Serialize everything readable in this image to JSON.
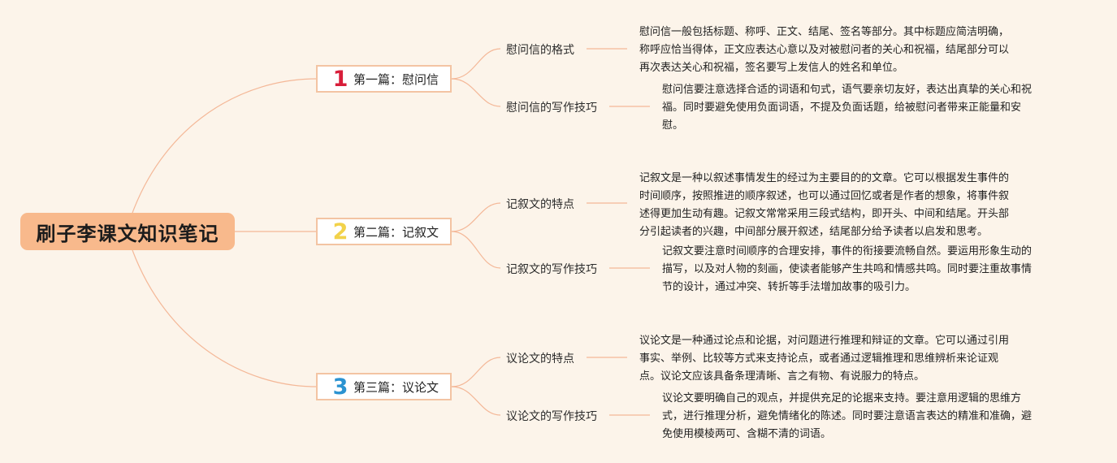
{
  "root": {
    "title": "刷子李课文知识笔记"
  },
  "chapters": [
    {
      "number": "1",
      "number_color": "#d81e3a",
      "title": "第一篇：慰问信",
      "topics": [
        {
          "label": "慰问信的格式",
          "note": "慰问信一般包括标题、称呼、正文、结尾、签名等部分。其中标题应简洁明确，\n称呼应恰当得体，正文应表达心意以及对被慰问者的关心和祝福，结尾部分可以\n再次表达关心和祝福，签名要写上发信人的姓名和单位。"
        },
        {
          "label": "慰问信的写作技巧",
          "note": "慰问信要注意选择合适的词语和句式，语气要亲切友好，表达出真挚的关心和祝\n福。同时要避免使用负面词语，不提及负面话题，给被慰问者带来正能量和安\n慰。"
        }
      ]
    },
    {
      "number": "2",
      "number_color": "#f2d24a",
      "title": "第二篇：记叙文",
      "topics": [
        {
          "label": "记叙文的特点",
          "note": "记叙文是一种以叙述事情发生的经过为主要目的的文章。它可以根据发生事件的\n时间顺序，按照推进的顺序叙述，也可以通过回忆或者是作者的想象，将事件叙\n述得更加生动有趣。记叙文常常采用三段式结构，即开头、中间和结尾。开头部\n分引起读者的兴趣，中间部分展开叙述，结尾部分给予读者以启发和思考。"
        },
        {
          "label": "记叙文的写作技巧",
          "note": "记叙文要注意时间顺序的合理安排，事件的衔接要流畅自然。要运用形象生动的\n描写，以及对人物的刻画，使读者能够产生共鸣和情感共鸣。同时要注重故事情\n节的设计，通过冲突、转折等手法增加故事的吸引力。"
        }
      ]
    },
    {
      "number": "3",
      "number_color": "#2b93d1",
      "title": "第三篇：议论文",
      "topics": [
        {
          "label": "议论文的特点",
          "note": "议论文是一种通过论点和论据，对问题进行推理和辩证的文章。它可以通过引用\n事实、举例、比较等方式来支持论点，或者通过逻辑推理和思维辨析来论证观\n点。议论文应该具备条理清晰、言之有物、有说服力的特点。"
        },
        {
          "label": "议论文的写作技巧",
          "note": "议论文要明确自己的观点，并提供充足的论据来支持。要注意用逻辑的思维方\n式，进行推理分析，避免情绪化的陈述。同时要注意语言表达的精准和准确，避\n免使用模棱两可、含糊不清的词语。"
        }
      ]
    }
  ],
  "colors": {
    "background": "#fcf4ea",
    "root_fill": "#f8b98c",
    "connector": "#f4b898",
    "chapter_border": "#f3c4a3"
  }
}
